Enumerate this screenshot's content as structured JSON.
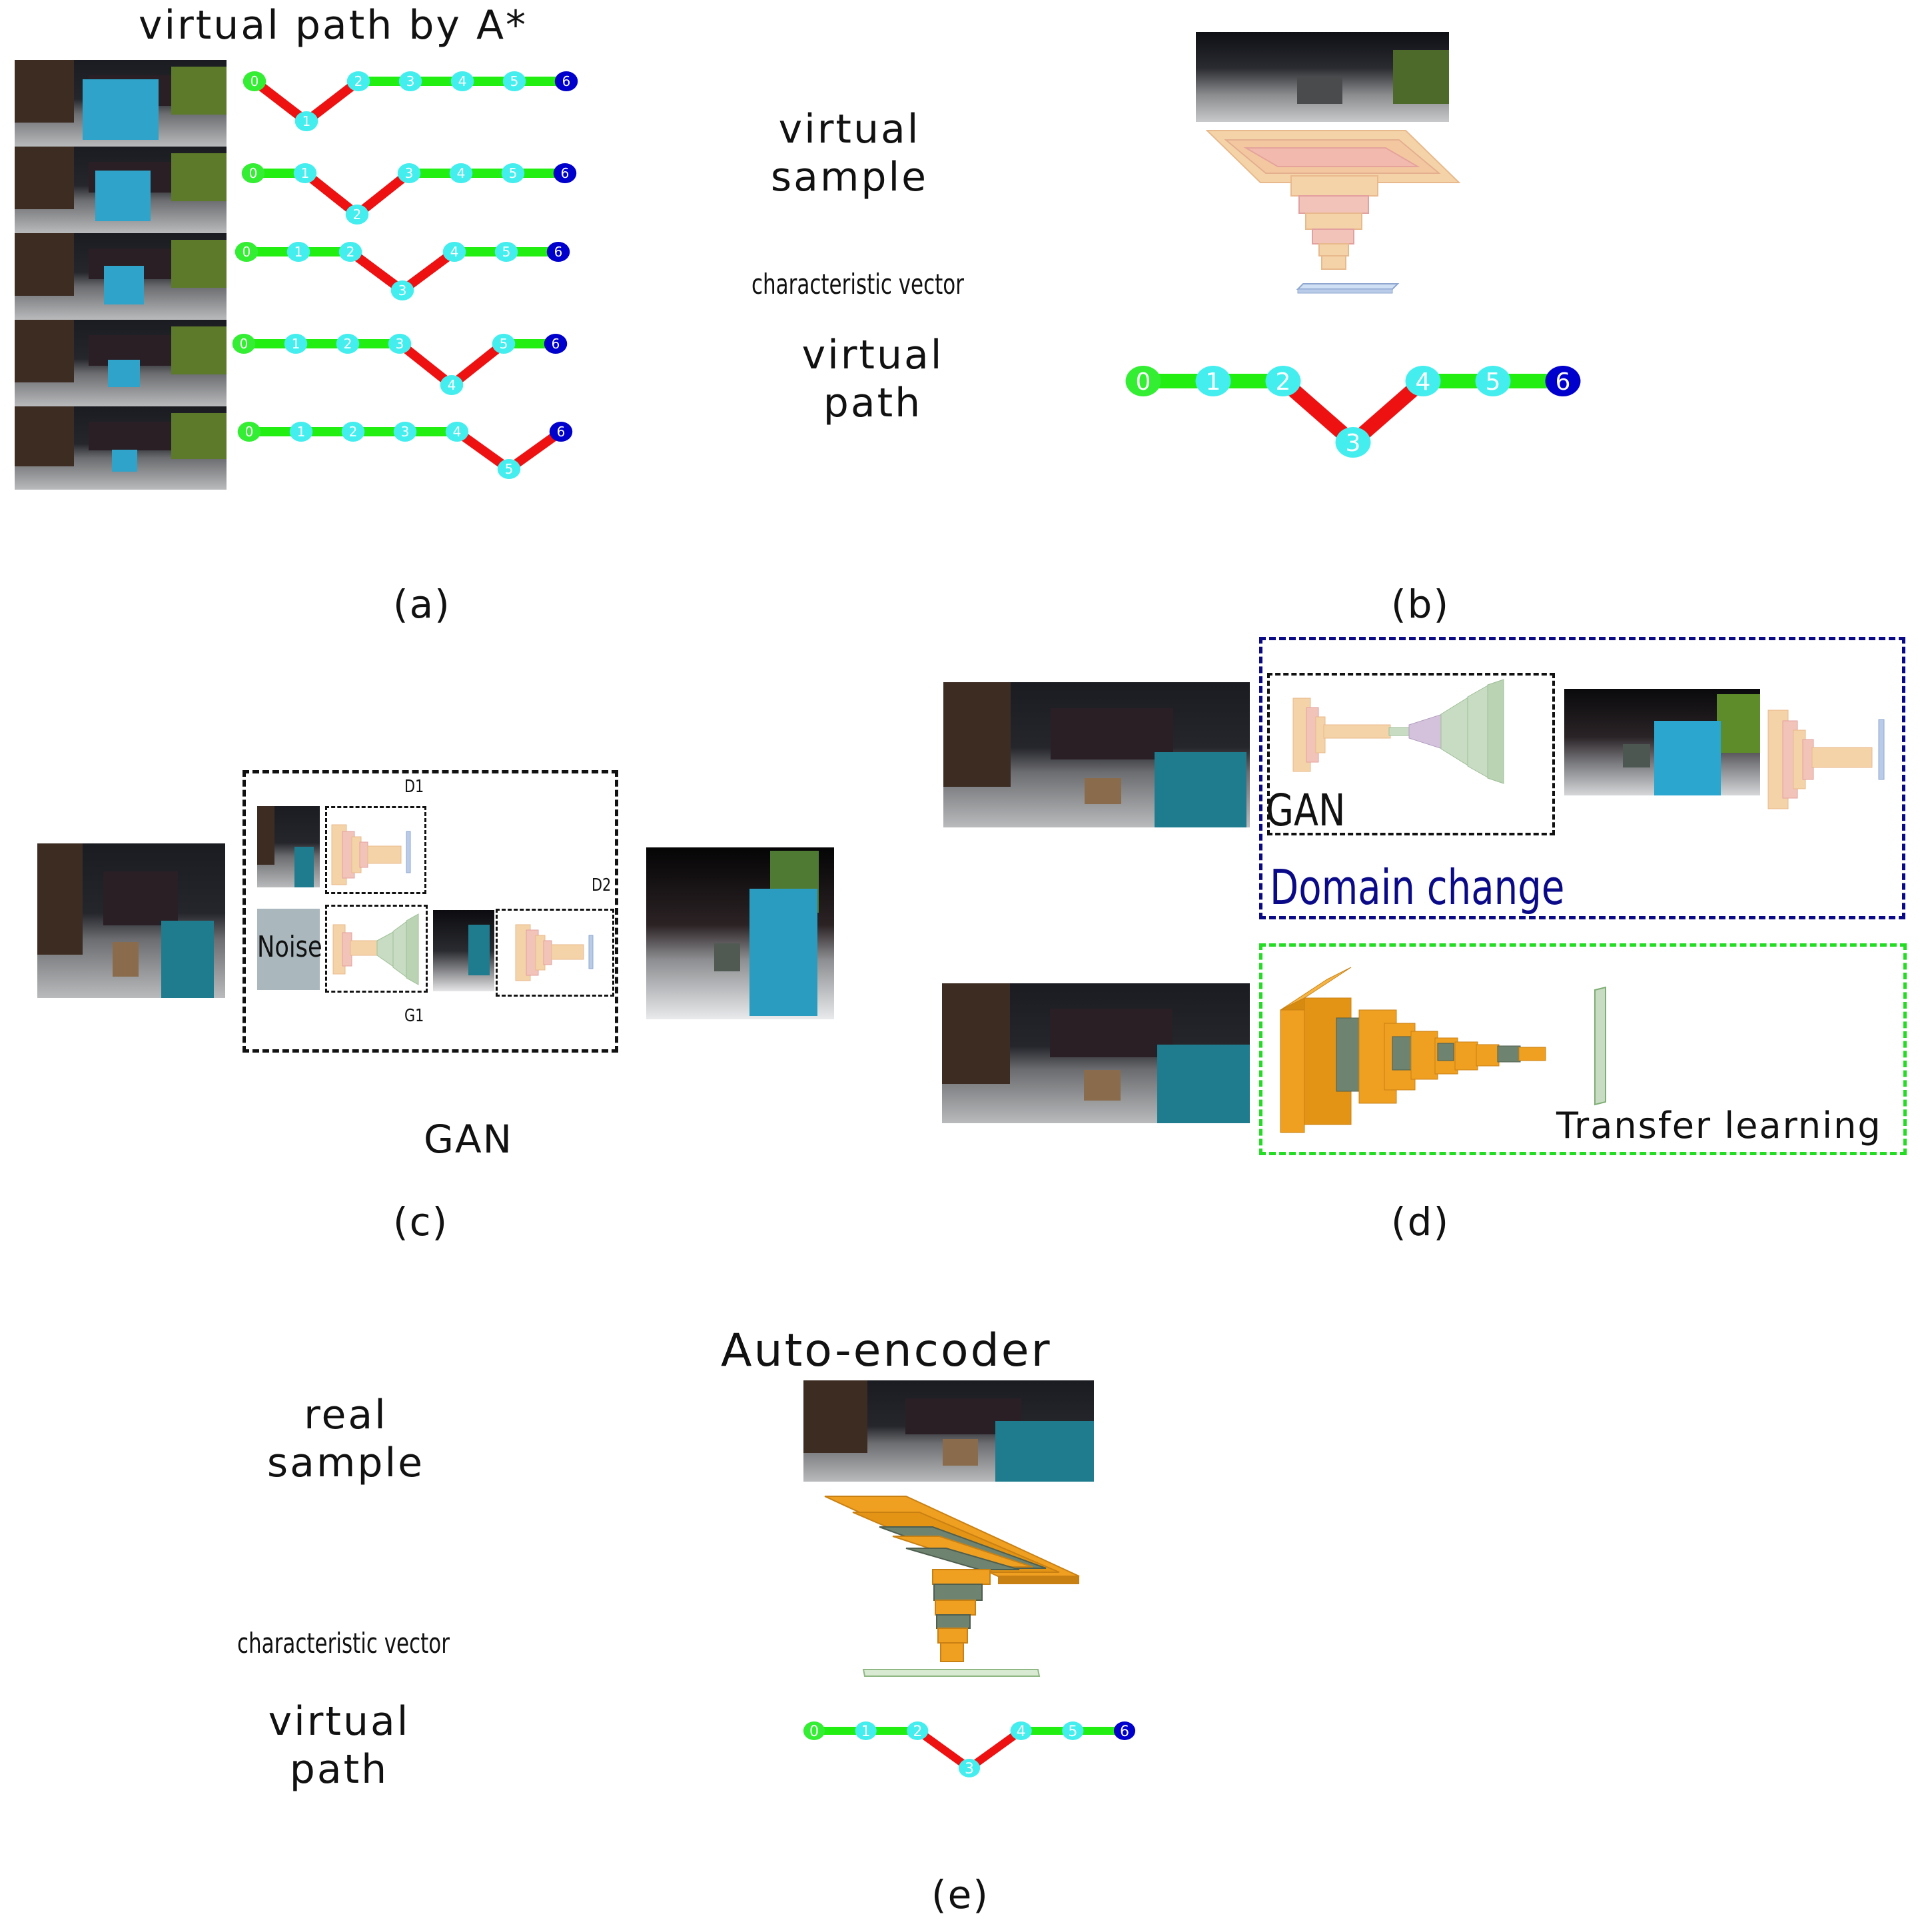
{
  "panel_a": {
    "title": "virtual path by A*",
    "caption": "(a)",
    "paths": [
      {
        "nodes": [
          "0",
          "1",
          "2",
          "3",
          "4",
          "5",
          "6"
        ],
        "low": 1
      },
      {
        "nodes": [
          "0",
          "1",
          "2",
          "3",
          "4",
          "5",
          "6"
        ],
        "low": 2
      },
      {
        "nodes": [
          "0",
          "1",
          "2",
          "3",
          "4",
          "5",
          "6"
        ],
        "low": 3
      },
      {
        "nodes": [
          "0",
          "1",
          "2",
          "3",
          "4",
          "5",
          "6"
        ],
        "low": 4
      },
      {
        "nodes": [
          "0",
          "1",
          "2",
          "3",
          "4",
          "5",
          "6"
        ],
        "low": 5
      }
    ]
  },
  "panel_b": {
    "label_virtual_sample": "virtual\nsample",
    "label_characteristic_vector": "characteristic vector",
    "label_virtual_path": "virtual\npath",
    "path_nodes": [
      "0",
      "1",
      "2",
      "3",
      "4",
      "5",
      "6"
    ],
    "caption": "(b)"
  },
  "panel_c": {
    "label_d1": "D1",
    "label_d2": "D2",
    "label_g1": "G1",
    "label_noise": "Noise",
    "title": "GAN",
    "caption": "(c)"
  },
  "panel_d": {
    "label_gan": "GAN",
    "label_domain_change": "Domain change",
    "label_transfer_learning": "Transfer learning",
    "caption": "(d)"
  },
  "panel_e": {
    "title": "Auto-encoder",
    "label_real_sample": "real\nsample",
    "label_characteristic_vector": "characteristic vector",
    "label_virtual_path": "virtual\npath",
    "path_nodes": [
      "0",
      "1",
      "2",
      "3",
      "4",
      "5",
      "6"
    ],
    "caption": "(e)"
  },
  "colors": {
    "path_flat": "#22ee11",
    "path_drop": "#ee1111",
    "node_start": "#33ee33",
    "node_mid": "#44eeee",
    "node_end": "#0000cc",
    "dashed_black": "#111111",
    "dashed_blue": "#0a0a88",
    "dashed_green": "#22dd22",
    "layer_orange": "#f0a020",
    "layer_gray_green": "#6f8470",
    "layer_pale": "#f5d3a8"
  }
}
